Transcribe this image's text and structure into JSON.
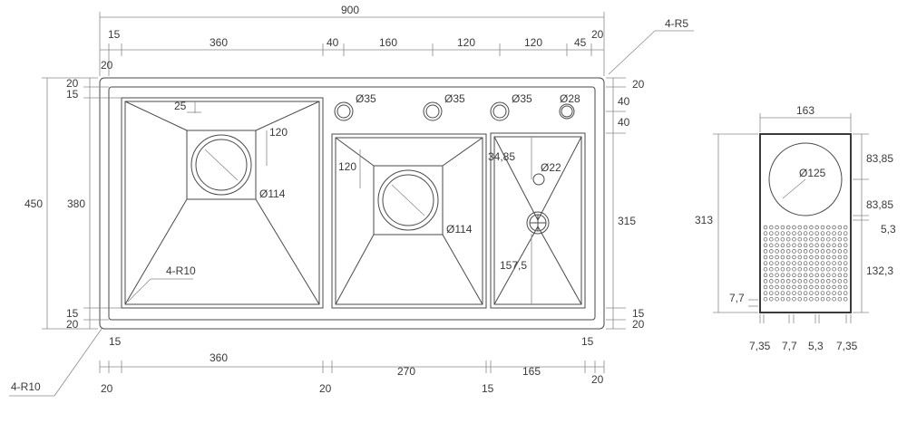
{
  "overall": {
    "width": "900",
    "height": "450",
    "inner_height": "380",
    "corner_radius": "4-R5",
    "outer_radius": "4-R10"
  },
  "top_chain": [
    "15",
    "360",
    "40",
    "160",
    "120",
    "120",
    "45",
    "20"
  ],
  "side_labels": {
    "left_top_20": "20",
    "left_top_15": "15",
    "left_bot_15": "15",
    "left_bot_20": "20",
    "top_left_20": "20"
  },
  "right_chain": [
    "20",
    "40",
    "40",
    "315",
    "15",
    "20"
  ],
  "bottom_top_row": [
    "15",
    "15"
  ],
  "bottom_chain": [
    "360",
    "270",
    "165"
  ],
  "bottom_bottom_row": [
    "20",
    "20",
    "15",
    "20"
  ],
  "holes": [
    "Ø35",
    "Ø35",
    "Ø35",
    "Ø28"
  ],
  "bowl1": {
    "offset": "25",
    "drain_size": "120",
    "drain": "Ø114",
    "radius": "4-R10"
  },
  "bowl2": {
    "drain_size": "120",
    "drain": "Ø114"
  },
  "bowl3": {
    "top": "34,85",
    "hole": "Ø22",
    "bottom": "157,5"
  },
  "board": {
    "width": "163",
    "height": "313",
    "circle": "Ø125",
    "right_dims": [
      "83,85",
      "83,85",
      "5,3",
      "132,3"
    ],
    "left_dim": "7,7",
    "bottom_dims": [
      "7,35",
      "7,7",
      "5,3",
      "7,35"
    ]
  }
}
